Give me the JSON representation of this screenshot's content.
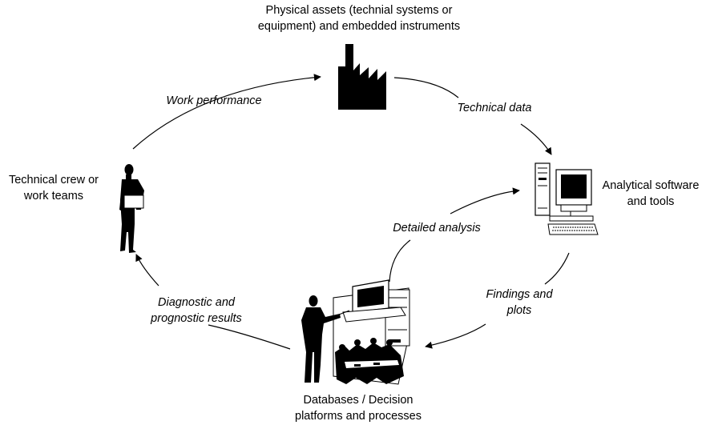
{
  "nodes": {
    "assets": {
      "label_lines": [
        "Physical assets (technial systems or",
        "equipment) and embedded instruments"
      ],
      "icon": "factory-icon"
    },
    "software": {
      "label_lines": [
        "Analytical software",
        "and  tools"
      ],
      "icon": "computer-icon"
    },
    "databases": {
      "label_lines": [
        "Databases / Decision",
        "platforms and processes"
      ],
      "icon": "presentation-meeting-icon"
    },
    "crew": {
      "label_lines": [
        "Technical crew  or",
        "work teams"
      ],
      "icon": "worker-icon"
    }
  },
  "edges": {
    "technical_data": {
      "label_lines": [
        "Technical data"
      ]
    },
    "findings": {
      "label_lines": [
        "Findings and",
        "plots"
      ]
    },
    "detailed_analysis": {
      "label_lines": [
        "Detailed analysis"
      ]
    },
    "diagnostic": {
      "label_lines": [
        "Diagnostic and",
        "prognostic results"
      ]
    },
    "work_performance": {
      "label_lines": [
        "Work performance"
      ]
    }
  }
}
